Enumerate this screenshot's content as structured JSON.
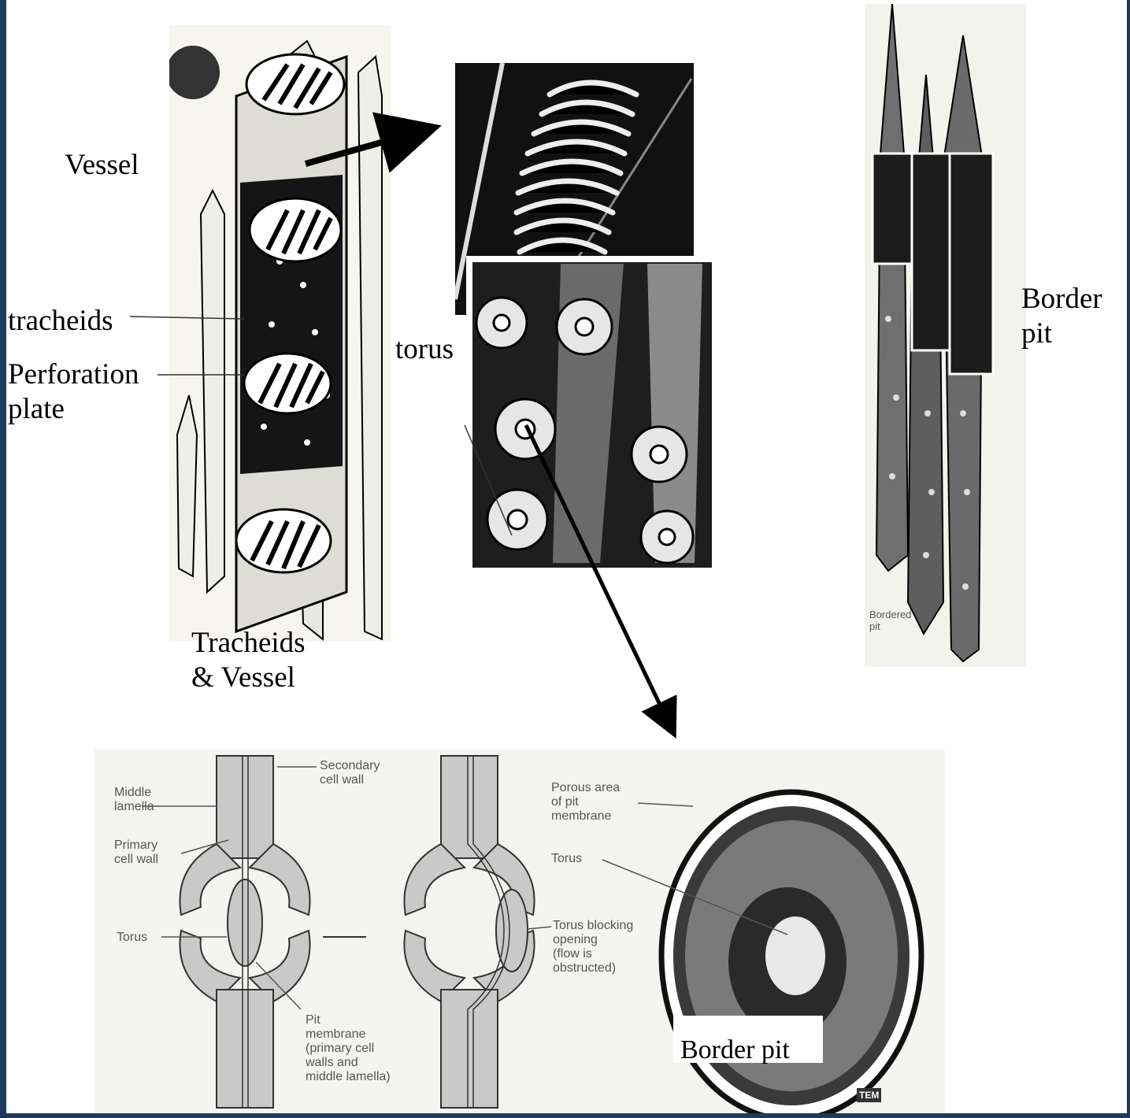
{
  "labels": {
    "vessel": "Vessel",
    "tracheids_single": "tracheids",
    "perforation_line1": "Perforation",
    "perforation_line2": "plate",
    "torus": "torus",
    "border_pit_right_line1": "Border",
    "border_pit_right_line2": "pit",
    "tracheids_vessel_line1": "Tracheids",
    "tracheids_vessel_line2": "& Vessel",
    "border_pit_bottom": "Border pit"
  },
  "bottom_panel_labels": {
    "middle_lamella_line1": "Middle",
    "middle_lamella_line2": "lamella",
    "primary_wall_line1": "Primary",
    "primary_wall_line2": "cell wall",
    "torus_left": "Torus",
    "secondary_wall_line1": "Secondary",
    "secondary_wall_line2": "cell wall",
    "pit_membrane_line1": "Pit",
    "pit_membrane_line2": "membrane",
    "pit_membrane_line3": "(primary cell",
    "pit_membrane_line4": "walls and",
    "pit_membrane_line5": "middle lamella)",
    "porous_line1": "Porous area",
    "porous_line2": "of pit",
    "porous_line3": "membrane",
    "torus_mid": "Torus",
    "blocking_line1": "Torus blocking",
    "blocking_line2": "opening",
    "blocking_line3": "(flow is",
    "blocking_line4": "obstructed)",
    "tem": "TEM"
  },
  "right_photo_labels": {
    "bordered_line1": "Bordered",
    "bordered_line2": "pit"
  },
  "colors": {
    "frame": "#1f3a5f",
    "ink": "#000000",
    "wall_fill": "#c9c9c9",
    "paper": "#f4f4f0"
  }
}
